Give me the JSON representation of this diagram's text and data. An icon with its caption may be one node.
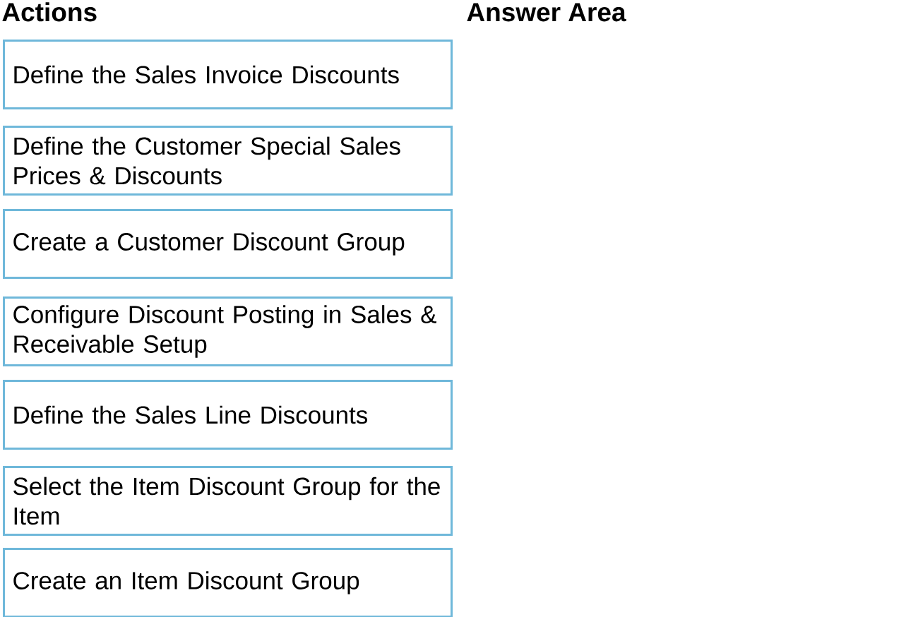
{
  "diagram": {
    "nodes": [
      {
        "text": [
          "Define the Sales Invoice Discounts"
        ]
      },
      {
        "text": [
          "Define the Customer Special Sales Prices & Discounts"
        ]
      },
      {
        "text": [
          "Create a Customer Discount Group"
        ]
      },
      {
        "text": [
          "Configure Discount Posting in Sales & Receivable Setup"
        ]
      },
      {
        "text": [
          "Define the Sales Line Discounts"
        ]
      },
      {
        "text": [
          "Select the Item Discount Group for the Item"
        ]
      },
      {
        "text": [
          "Create an Item Discount Group"
        ]
      }
    ],
    "labels": [
      "Actions",
      "Answer Area"
    ]
  }
}
